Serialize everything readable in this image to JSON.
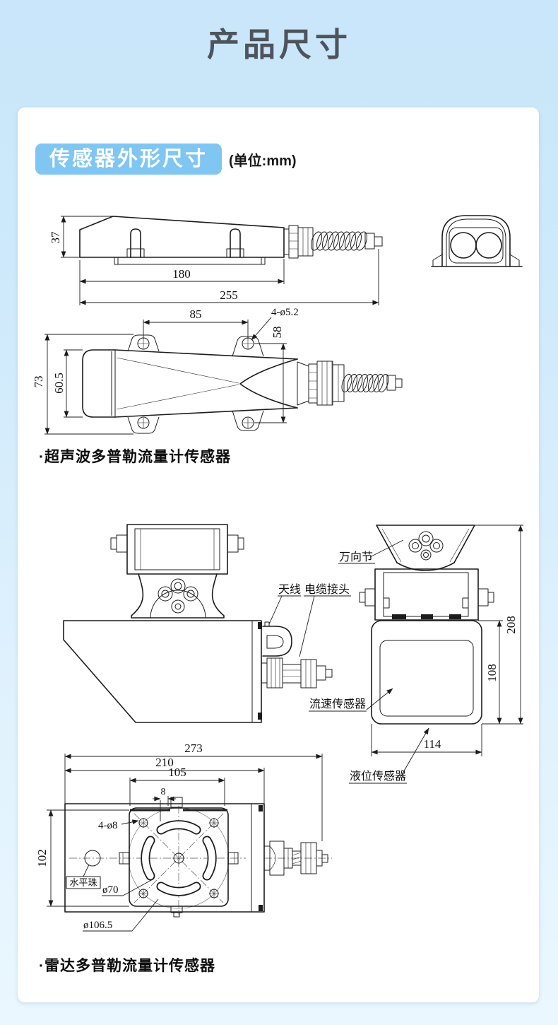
{
  "page": {
    "title": "产品尺寸"
  },
  "section": {
    "badge": "传感器外形尺寸",
    "unit": "(单位:mm)"
  },
  "colors": {
    "badge_bg": "#7fc6f2",
    "page_bg_top": "#c9e6fa",
    "page_bg_bottom": "#eaf7fe",
    "title_text": "#4e545c",
    "line": "#1c1c1c"
  },
  "ultrasonic": {
    "caption": "·超声波多普勒流量计传感器",
    "dims": {
      "d37": "37",
      "d180": "180",
      "d255": "255",
      "d85": "85",
      "hole_callout": "4-ø5.2",
      "d58": "58",
      "d73": "73",
      "d60_5": "60.5"
    }
  },
  "radar": {
    "caption": "·雷达多普勒流量计传感器",
    "labels": {
      "universal_joint": "万向节",
      "antenna": "天线",
      "cable_connector": "电缆接头",
      "velocity_sensor": "流速传感器",
      "level_sensor": "液位传感器",
      "level_bead": "水平珠"
    },
    "dims": {
      "d208": "208",
      "d108": "108",
      "d114": "114",
      "d273": "273",
      "d210": "210",
      "d105": "105",
      "d8": "8",
      "d102": "102",
      "hole_callout": "4-ø8",
      "dia70": "ø70",
      "dia106_5": "ø106.5"
    }
  }
}
